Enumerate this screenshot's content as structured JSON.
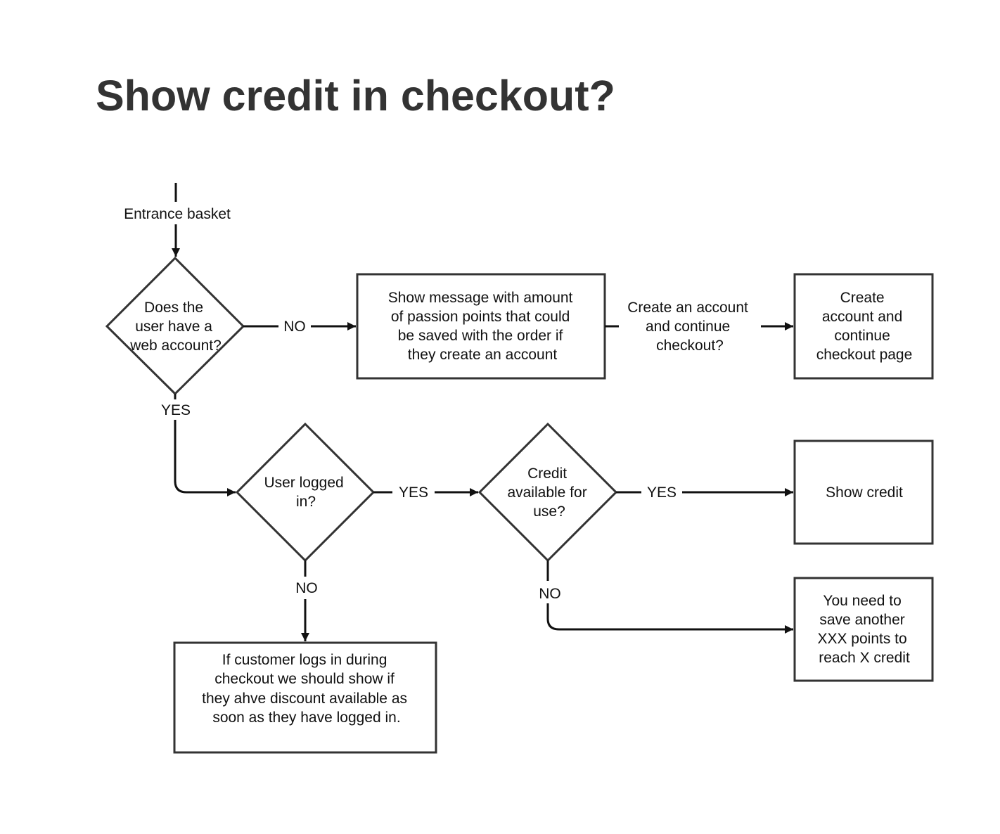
{
  "page": {
    "title": "Show credit in checkout?"
  },
  "diagram": {
    "entrance_label": "Entrance basket",
    "nodes": {
      "has_account": {
        "shape": "diamond",
        "lines": [
          "Does the",
          "user have a",
          "web account?"
        ]
      },
      "show_message": {
        "shape": "box",
        "lines": [
          "Show message with amount",
          "of passion points that could",
          "be saved with the order if",
          "they create an account"
        ]
      },
      "create_prompt": {
        "shape": "text",
        "lines": [
          "Create an account",
          "and continue",
          "checkout?"
        ]
      },
      "create_page": {
        "shape": "box",
        "lines": [
          "Create",
          "account and",
          "continue",
          "checkout page"
        ]
      },
      "logged_in": {
        "shape": "diamond",
        "lines": [
          "User logged",
          "in?"
        ]
      },
      "credit_available": {
        "shape": "diamond",
        "lines": [
          "Credit",
          "available for",
          "use?"
        ]
      },
      "show_credit": {
        "shape": "box",
        "lines": [
          "Show credit"
        ]
      },
      "need_points": {
        "shape": "box",
        "lines": [
          "You need to",
          "save another",
          "XXX points to",
          "reach X credit"
        ]
      },
      "login_during_checkout": {
        "shape": "box",
        "lines": [
          "If customer logs in during",
          "checkout we should show if",
          "they ahve discount available as",
          "soon as they have logged in."
        ]
      }
    },
    "edges": {
      "has_account_no": "NO",
      "has_account_yes": "YES",
      "logged_in_yes": "YES",
      "logged_in_no": "NO",
      "credit_yes": "YES",
      "credit_no": "NO"
    },
    "colors": {
      "stroke": "#333333",
      "text": "#111111",
      "title": "#333333"
    }
  }
}
